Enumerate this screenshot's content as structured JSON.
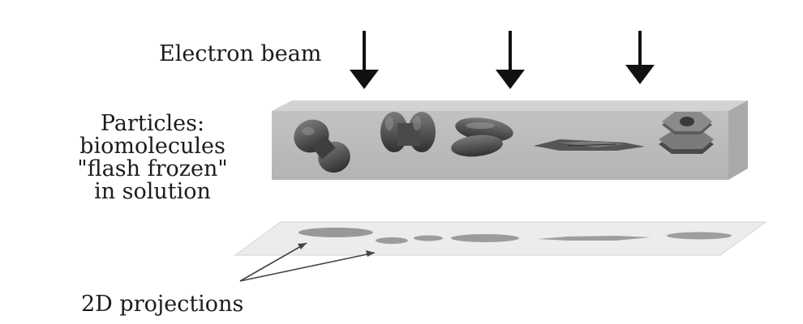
{
  "labels": {
    "electron_beam": "Electron beam",
    "particles_lines": [
      "Particles:",
      "biomolecules",
      "\"flash frozen\"",
      "in solution"
    ],
    "projections": "2D projections"
  },
  "colors": {
    "slab_front": "#bdbdbd",
    "slab_top": "#d6d6d6",
    "slab_side": "#a8a8a8",
    "plane": "#ececec",
    "particle": "#5a5a5a",
    "shadow": "#8a8a8a",
    "arrow": "#111111"
  },
  "icons": {
    "beam_arrows": "down-arrow-icon",
    "particles": [
      "dumbbell-particle",
      "double-lobe-particle",
      "peanut-particle",
      "flat-sheet-particle",
      "hexagonal-ring-particle"
    ],
    "projections": [
      "blob-shadow",
      "bilobe-shadow",
      "oval-shadow",
      "streak-shadow",
      "small-blob-shadow"
    ]
  }
}
